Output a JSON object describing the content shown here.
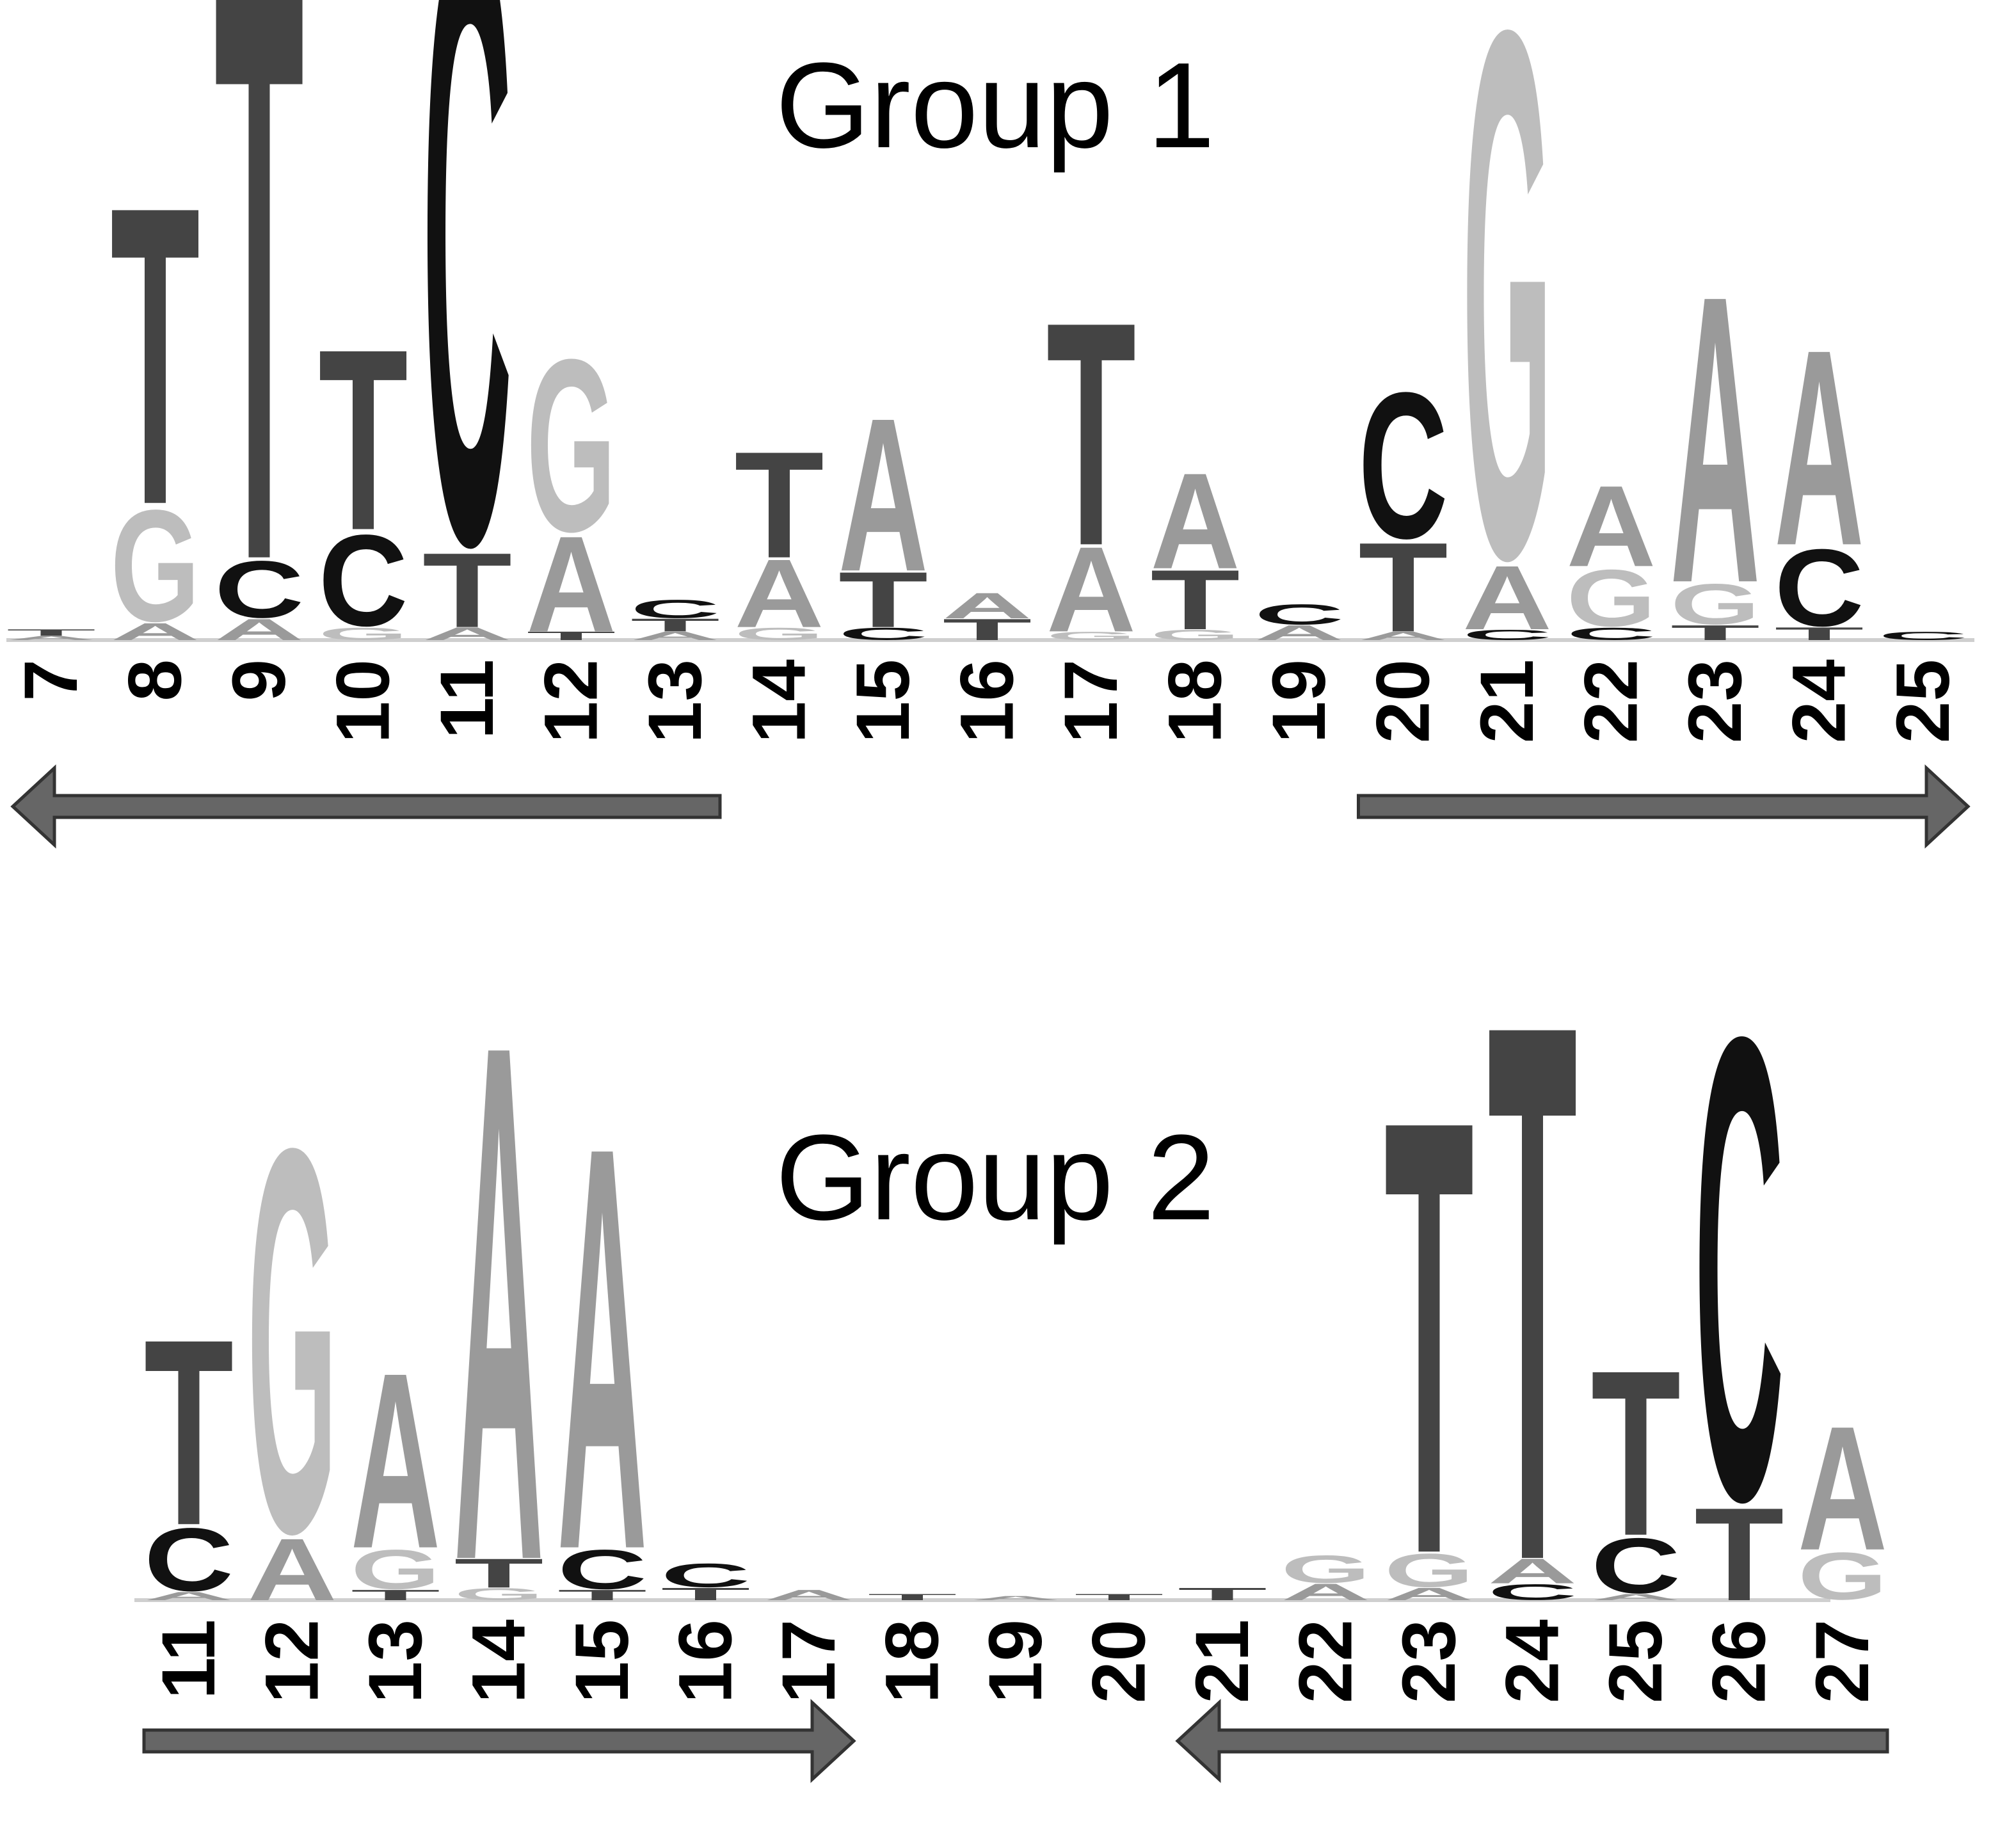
{
  "groups": [
    {
      "title": "Group 1",
      "positions": [
        "7",
        "8",
        "9",
        "10",
        "11",
        "12",
        "13",
        "14",
        "15",
        "16",
        "17",
        "18",
        "19",
        "20",
        "21",
        "22",
        "23",
        "24",
        "25"
      ],
      "columns": [
        [
          [
            "A",
            0.02
          ],
          [
            "T",
            0.03
          ]
        ],
        [
          [
            "A",
            0.08
          ],
          [
            "G",
            0.55
          ],
          [
            "T",
            1.4
          ]
        ],
        [
          [
            "A",
            0.1
          ],
          [
            "C",
            0.28
          ],
          [
            "T",
            2.7
          ]
        ],
        [
          [
            "G",
            0.06
          ],
          [
            "C",
            0.45
          ],
          [
            "T",
            0.85
          ]
        ],
        [
          [
            "A",
            0.06
          ],
          [
            "T",
            0.35
          ],
          [
            "C",
            3.05
          ]
        ],
        [
          [
            "T",
            0.04
          ],
          [
            "A",
            0.45
          ],
          [
            "G",
            0.85
          ]
        ],
        [
          [
            "A",
            0.04
          ],
          [
            "T",
            0.06
          ],
          [
            "C",
            0.09
          ]
        ],
        [
          [
            "G",
            0.06
          ],
          [
            "A",
            0.32
          ],
          [
            "T",
            0.5
          ]
        ],
        [
          [
            "C",
            0.06
          ],
          [
            "T",
            0.26
          ],
          [
            "A",
            0.72
          ]
        ],
        [
          [
            "T",
            0.1
          ],
          [
            "A",
            0.12
          ]
        ],
        [
          [
            "G",
            0.04
          ],
          [
            "A",
            0.4
          ],
          [
            "T",
            1.05
          ]
        ],
        [
          [
            "G",
            0.05
          ],
          [
            "T",
            0.28
          ],
          [
            "A",
            0.45
          ]
        ],
        [
          [
            "A",
            0.07
          ],
          [
            "C",
            0.1
          ]
        ],
        [
          [
            "A",
            0.04
          ],
          [
            "T",
            0.42
          ],
          [
            "C",
            0.72
          ]
        ],
        [
          [
            "C",
            0.05
          ],
          [
            "A",
            0.3
          ],
          [
            "G",
            2.6
          ]
        ],
        [
          [
            "C",
            0.06
          ],
          [
            "G",
            0.28
          ],
          [
            "A",
            0.38
          ]
        ],
        [
          [
            "T",
            0.07
          ],
          [
            "G",
            0.2
          ],
          [
            "A",
            1.35
          ]
        ],
        [
          [
            "T",
            0.06
          ],
          [
            "C",
            0.38
          ],
          [
            "A",
            0.92
          ]
        ],
        [
          [
            "C",
            0.04
          ]
        ]
      ],
      "arrows": [
        {
          "from": "13",
          "to": "7",
          "direction": "left"
        },
        {
          "from": "20",
          "to": "25",
          "direction": "right"
        }
      ]
    },
    {
      "title": "Group 2",
      "positions": [
        "11",
        "12",
        "13",
        "14",
        "15",
        "16",
        "17",
        "18",
        "19",
        "20",
        "21",
        "22",
        "23",
        "24",
        "25",
        "26",
        "27"
      ],
      "columns": [
        [
          [
            "A",
            0.04
          ],
          [
            "C",
            0.32
          ],
          [
            "T",
            0.9
          ]
        ],
        [
          [
            "A",
            0.3
          ],
          [
            "G",
            1.95
          ]
        ],
        [
          [
            "T",
            0.05
          ],
          [
            "G",
            0.2
          ],
          [
            "A",
            0.85
          ]
        ],
        [
          [
            "G",
            0.06
          ],
          [
            "T",
            0.14
          ],
          [
            "A",
            2.5
          ]
        ],
        [
          [
            "T",
            0.05
          ],
          [
            "C",
            0.2
          ],
          [
            "A",
            1.95
          ]
        ],
        [
          [
            "T",
            0.06
          ],
          [
            "C",
            0.12
          ]
        ],
        [
          [
            "A",
            0.05
          ]
        ],
        [
          [
            "T",
            0.03
          ]
        ],
        [
          [
            "A",
            0.02
          ]
        ],
        [
          [
            "T",
            0.03
          ]
        ],
        [
          [
            "T",
            0.06
          ]
        ],
        [
          [
            "A",
            0.08
          ],
          [
            "G",
            0.14
          ]
        ],
        [
          [
            "A",
            0.06
          ],
          [
            "G",
            0.17
          ],
          [
            "T",
            2.1
          ]
        ],
        [
          [
            "C",
            0.08
          ],
          [
            "A",
            0.12
          ],
          [
            "T",
            2.6
          ]
        ],
        [
          [
            "A",
            0.03
          ],
          [
            "C",
            0.28
          ],
          [
            "T",
            0.8
          ]
        ],
        [
          [
            "T",
            0.45
          ],
          [
            "C",
            2.35
          ]
        ],
        [
          [
            "G",
            0.24
          ],
          [
            "A",
            0.6
          ]
        ]
      ],
      "arrows": [
        {
          "from": "11",
          "to": "17",
          "direction": "right"
        },
        {
          "from": "27",
          "to": "21",
          "direction": "left"
        }
      ]
    }
  ],
  "colors": {
    "A": "#9a9a9a",
    "C": "#111111",
    "G": "#bdbdbd",
    "T": "#444444",
    "arrow": "#666666"
  }
}
